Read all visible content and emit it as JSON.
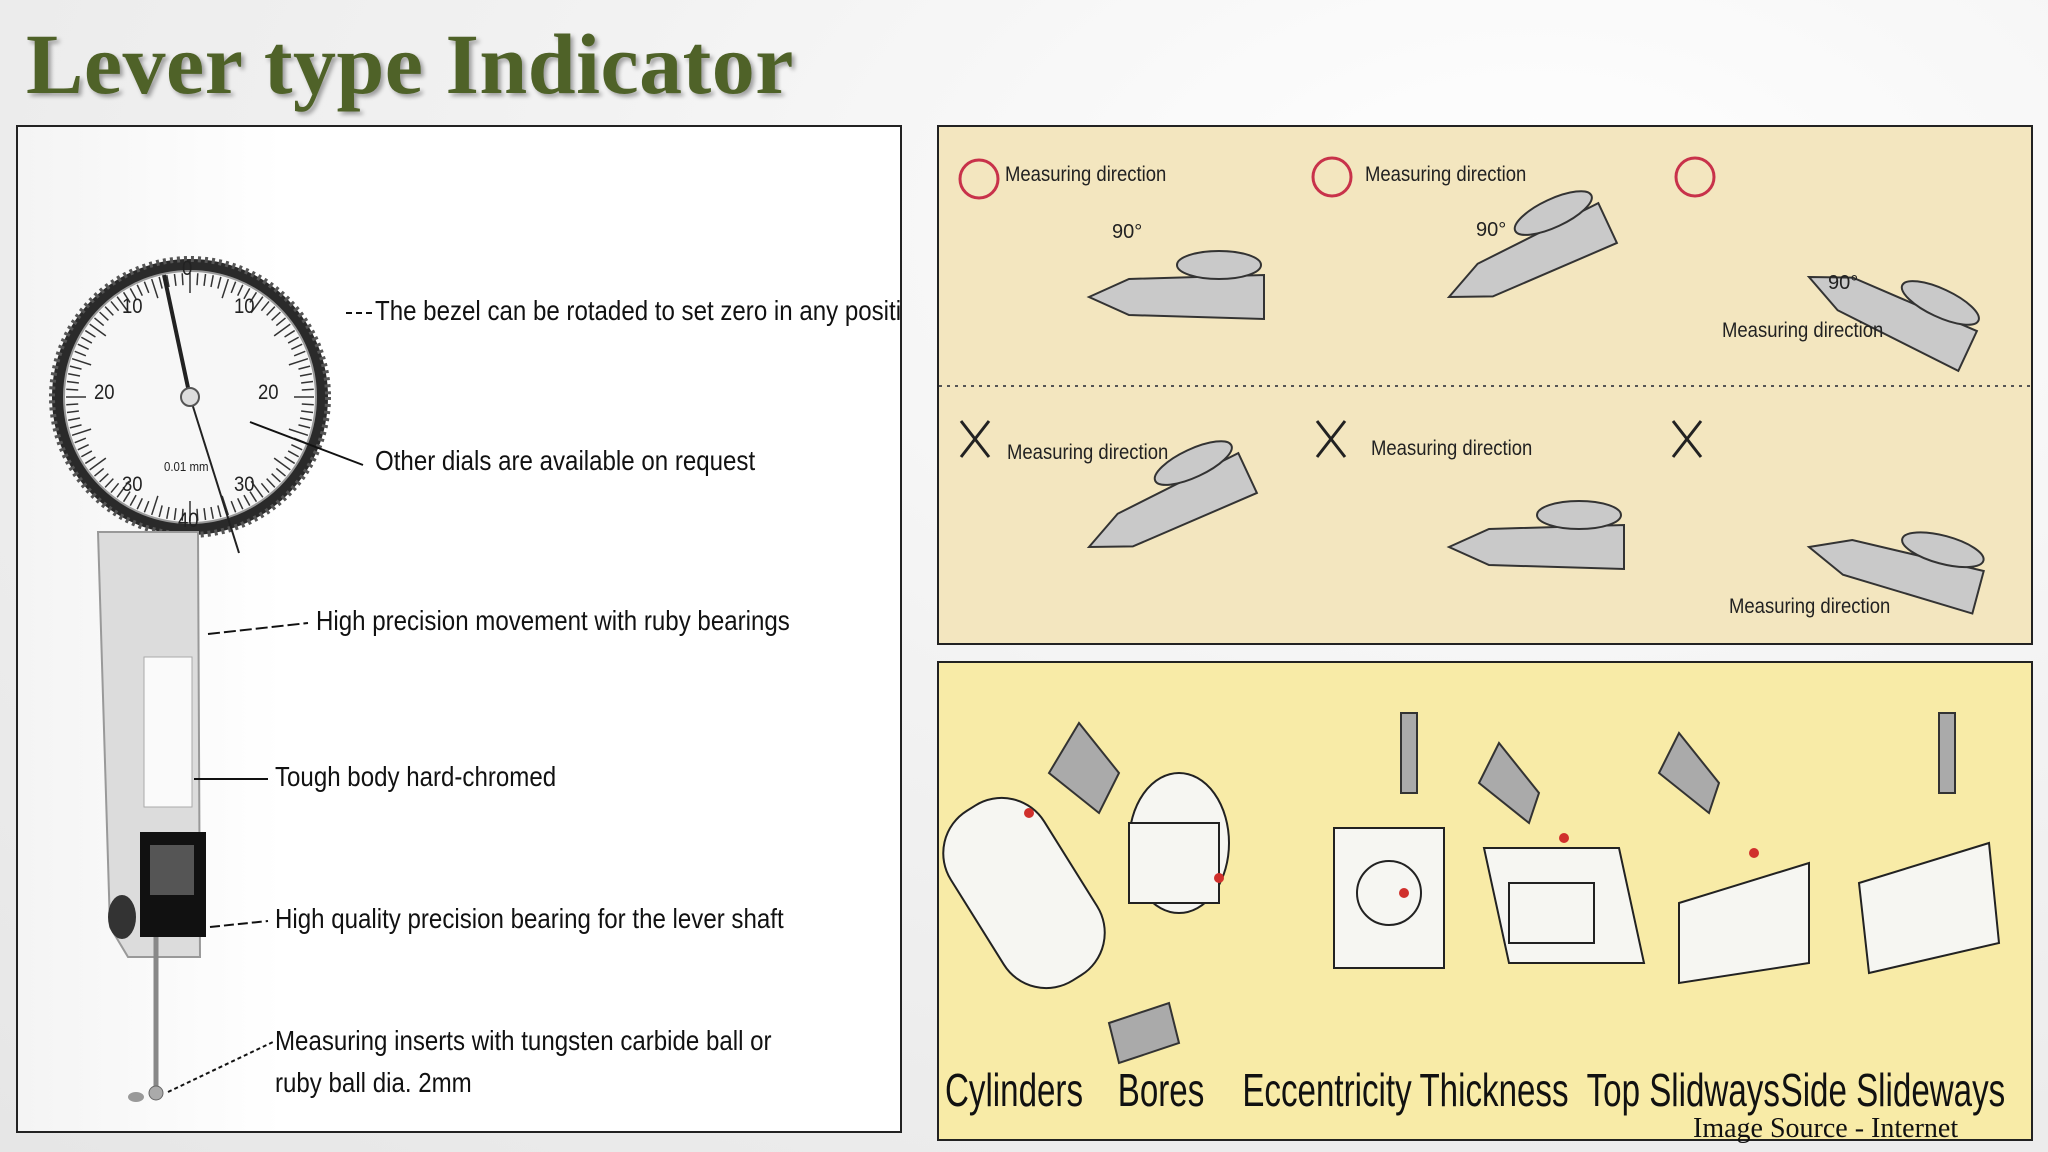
{
  "title": "Lever type Indicator",
  "dial": {
    "numbers_top": [
      "0",
      "10",
      "10"
    ],
    "numbers_mid": [
      "20",
      "20"
    ],
    "numbers_low": [
      "30",
      "30",
      "40"
    ],
    "unit": "0.01 mm"
  },
  "callouts": [
    "The bezel can be rotaded to set zero in any position",
    "Other dials are available on request",
    "High precision movement with ruby bearings",
    "Tough body hard-chromed",
    "High quality precision bearing for the lever shaft",
    "Measuring inserts with tungsten carbide ball or",
    "ruby ball dia. 2mm"
  ],
  "direction": {
    "label": "Measuring direction",
    "angle": "90°",
    "correct_mark": "○",
    "wrong_mark": "✕"
  },
  "applications": [
    "Cylinders",
    "Bores",
    "Eccentricity",
    "Thickness",
    "Top Slidways",
    "Side Slideways"
  ],
  "source": "Image Source - Internet",
  "colors": {
    "title": "#4f6228",
    "ok_circle": "#c8324a",
    "arrow": "#d0302c"
  }
}
